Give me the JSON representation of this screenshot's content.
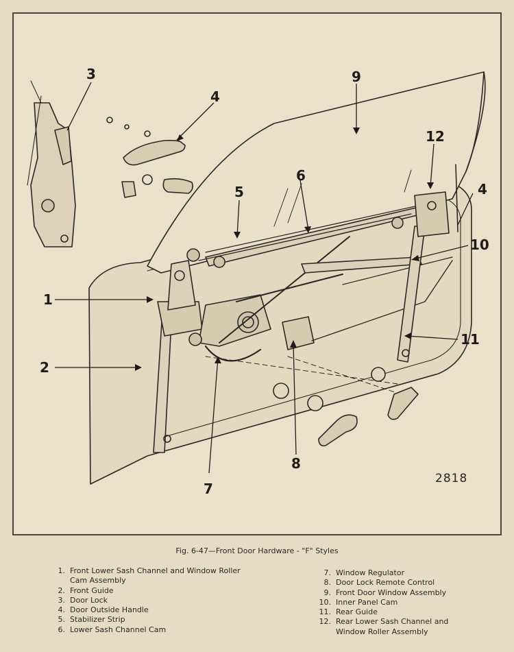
{
  "callouts": [
    "1",
    "2",
    "3",
    "4",
    "4",
    "5",
    "6",
    "7",
    "8",
    "9",
    "10",
    "11",
    "12"
  ],
  "figure_number": "2818",
  "caption": "Fig. 6-47—Front Door Hardware - \"F\" Styles",
  "legend_left": [
    {
      "num": "1.",
      "text": "Front Lower Sash Channel and Window Roller"
    },
    {
      "num": "",
      "text": "Cam Assembly"
    },
    {
      "num": "2.",
      "text": "Front Guide"
    },
    {
      "num": "3.",
      "text": "Door Lock"
    },
    {
      "num": "4.",
      "text": "Door Outside Handle"
    },
    {
      "num": "5.",
      "text": "Stabilizer Strip"
    },
    {
      "num": "6.",
      "text": "Lower Sash Channel Cam"
    }
  ],
  "legend_right": [
    {
      "num": "7.",
      "text": "Window Regulator"
    },
    {
      "num": "8.",
      "text": "Door Lock Remote Control"
    },
    {
      "num": "9.",
      "text": "Front Door Window Assembly"
    },
    {
      "num": "10.",
      "text": "Inner Panel Cam"
    },
    {
      "num": "11.",
      "text": "Rear Guide"
    },
    {
      "num": "12.",
      "text": "Rear Lower Sash Channel and"
    },
    {
      "num": "",
      "text": "Window Roller Assembly"
    }
  ]
}
